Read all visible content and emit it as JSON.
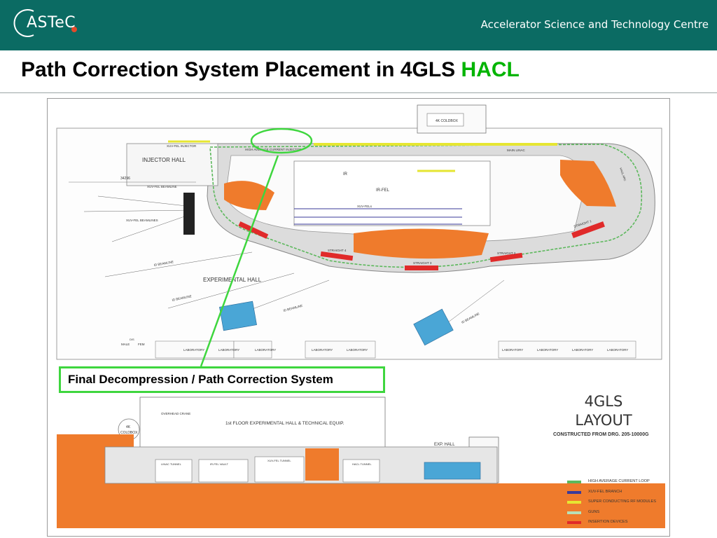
{
  "header": {
    "logo_text": "ASTeC",
    "org_name": "Accelerator Science and Technology Centre"
  },
  "slide": {
    "title_main": "Path Correction System Placement in 4GLS ",
    "title_accent": "HACL"
  },
  "colors": {
    "header_bg": "#0b6b63",
    "title_accent": "#00b400",
    "callout_border": "#3ed63e",
    "orange_fill": "#ef7b2c",
    "blue_fill": "#4aa6d6"
  },
  "plan": {
    "coldbox": "4K COLDBOX",
    "xuv_injector": "XUV-FEL INJECTOR",
    "hacl_injector": "HIGH AVERAGE CURRENT INJECTOR",
    "injector_hall": "INJECTOR HALL",
    "main_linac": "MAIN LINAC",
    "dimension": "34296",
    "xuv_beamline": "XUV-FEL BEAMLINE",
    "xuv_beamlines": "XUV-FEL BEAMLINES",
    "ir": "IR",
    "ir_fel": "IR-FEL",
    "xuv_fels": "XUV-FELs",
    "hacl_arc": "HACL ARC",
    "straight1": "STRAIGHT 1",
    "straight2": "STRAIGHT 2",
    "straight3": "STRAIGHT 3",
    "straight4": "STRAIGHT 4",
    "id_beamline": "ID BEAMLINE",
    "experimental_hall": "EXPERIMENTAL HALL",
    "laboratory": "LABORATORY",
    "male": "MALE",
    "fem": "FEM",
    "dis": "DIS"
  },
  "section": {
    "overhead_crane": "OVERHEAD CRANE",
    "first_floor": "1st FLOOR EXPERIMENTAL HALL & TECHNICAL EQUIP.",
    "coldbox_line1": "4K",
    "coldbox_line2": "COLDBOX",
    "exp_hall": "EXP. HALL",
    "linac_tunnel": "LINAC TUNNEL",
    "ir_fel_vault": "IR-FEL VAULT",
    "xuv_fel_tunnel": "XUV-FEL TUNNEL",
    "hacl_tunnel": "HACL TUNNEL"
  },
  "callout": {
    "label": "Final Decompression / Path Correction System"
  },
  "layout_title": {
    "line1": "4GLS",
    "line2": "LAYOUT",
    "drawing": "CONSTRUCTED FROM DRG. 205-10000G"
  },
  "legend": [
    {
      "label": "HIGH AVERAGE CURRENT LOOP",
      "color": "#5cb85c"
    },
    {
      "label": "XUV-FEL BRANCH",
      "color": "#3a3a9a"
    },
    {
      "label": "SUPER CONDUCTING RF MODULES",
      "color": "#e6e632"
    },
    {
      "label": "GUNS",
      "color": "#b8e0b8"
    },
    {
      "label": "INSERTION DEVICES",
      "color": "#e02a2a"
    }
  ]
}
